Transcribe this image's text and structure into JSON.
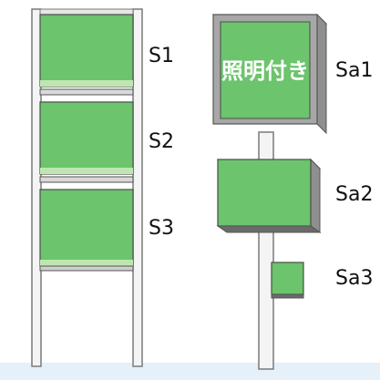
{
  "left_sign": {
    "panels": [
      {
        "label": "S1"
      },
      {
        "label": "S2"
      },
      {
        "label": "S3"
      }
    ]
  },
  "right_sign": {
    "panels": [
      {
        "label": "Sa1",
        "text": "照明付き"
      },
      {
        "label": "Sa2"
      },
      {
        "label": "Sa3"
      }
    ]
  },
  "colors": {
    "panel_green": "#6cc46c",
    "panel_top_green": "#bfe6b1",
    "frame_gray": "#8f8f8f",
    "frame_light": "#d7d7d7",
    "frame_dark": "#555555",
    "pole_white": "#f4f4f4",
    "pole_outline": "#7a7a7a",
    "ground_blue": "#cfe4f2",
    "label_text": "#111111"
  }
}
